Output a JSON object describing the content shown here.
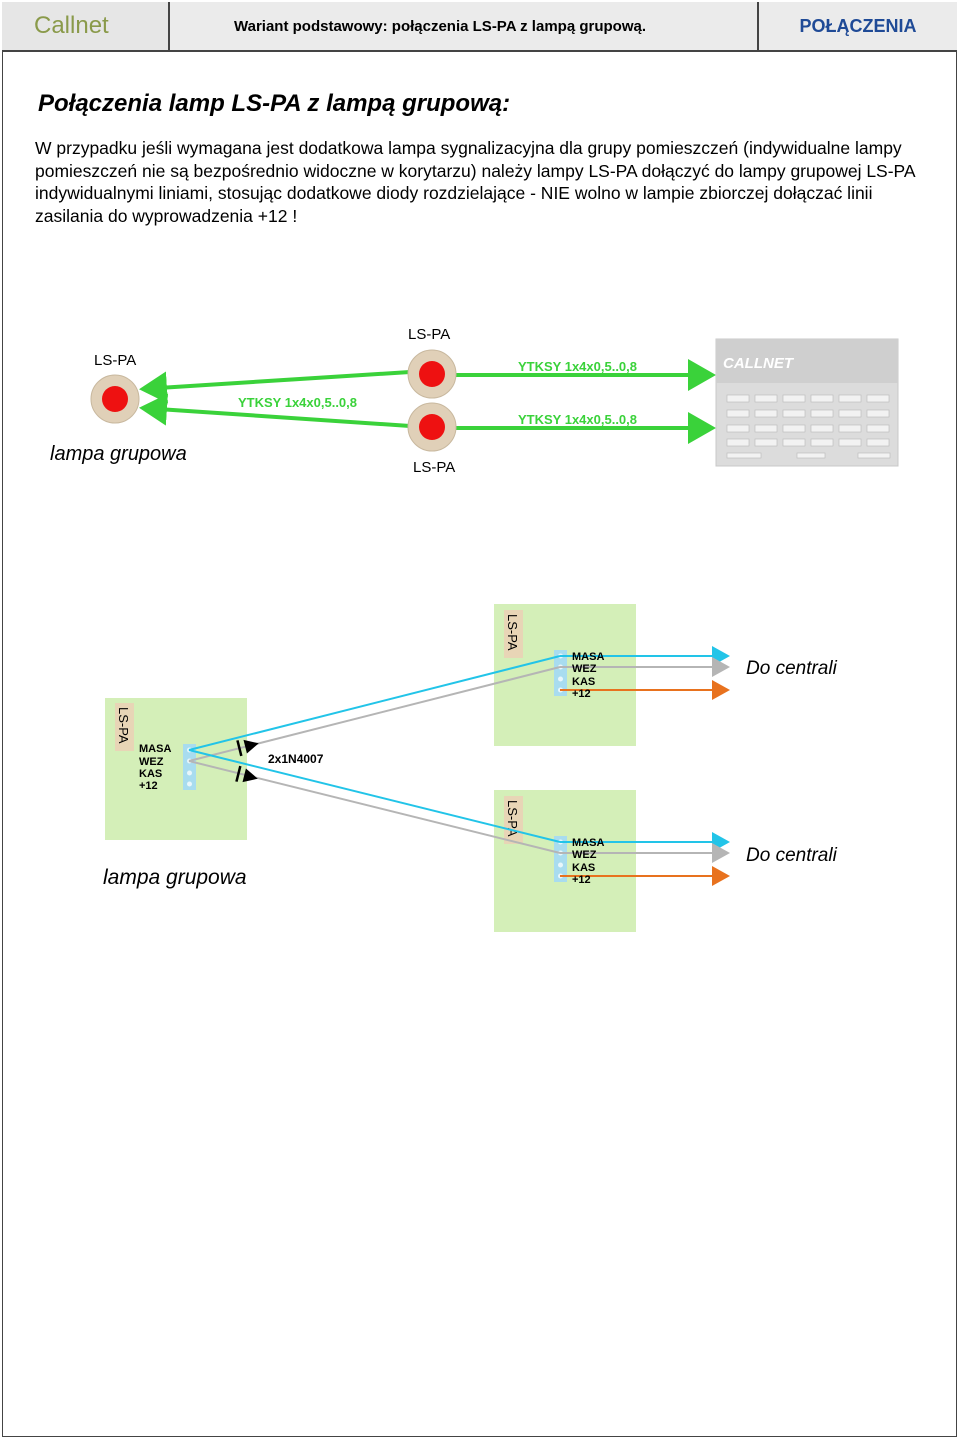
{
  "header": {
    "brand": "Callnet",
    "variant": "Wariant podstawowy: połączenia LS-PA z lampą grupową.",
    "section": "POŁĄCZENIA"
  },
  "title": "Połączenia lamp LS-PA z lampą grupową:",
  "paragraph": "W przypadku jeśli wymagana jest dodatkowa lampa sygnalizacyjna dla grupy pomieszczeń (indywidualne lampy pomieszczeń nie są bezpośrednio widoczne w korytarzu) należy lampy LS-PA dołączyć do lampy grupowej LS-PA indywidualnymi liniami, stosując dodatkowe diody rozdzielające - NIE wolno w lampie zbiorczej dołączać linii zasilania do wyprowadzenia +12 !",
  "top_diagram": {
    "lamp_left_label": "LS-PA",
    "lamp_top_label": "LS-PA",
    "lamp_bottom_label": "LS-PA",
    "group_lamp_label": "lampa grupowa",
    "cable_1": "YTKSY 1x4x0,5..0,8",
    "cable_2": "YTKSY 1x4x0,5..0,8",
    "cable_3": "YTKSY 1x4x0,5..0,8",
    "central_brand": "CALLNET"
  },
  "bottom_diagram": {
    "group_board_label": "LS-PA",
    "group_pins": [
      "MASA",
      "WEZ",
      "KAS",
      "+12"
    ],
    "diode_label": "2x1N4007",
    "group_lamp_label": "lampa grupowa",
    "board_top_label": "LS-PA",
    "board_top_pins": [
      "MASA",
      "WEZ",
      "KAS",
      "+12"
    ],
    "board_top_dest": "Do centrali",
    "board_bottom_label": "LS-PA",
    "board_bottom_pins": [
      "MASA",
      "WEZ",
      "KAS",
      "+12"
    ],
    "board_bottom_dest": "Do centrali"
  },
  "colors": {
    "green_cable": "#3ad23a",
    "lamp_red": "#ee1111",
    "lamp_ring": "#e0d0b8",
    "board_green": "#d4efb8",
    "wire_cyan": "#22c4e8",
    "wire_gray": "#b5b5b5",
    "wire_orange": "#e8721e",
    "header_blue": "#1f4a96",
    "brand_olive": "#8a9a4a"
  }
}
